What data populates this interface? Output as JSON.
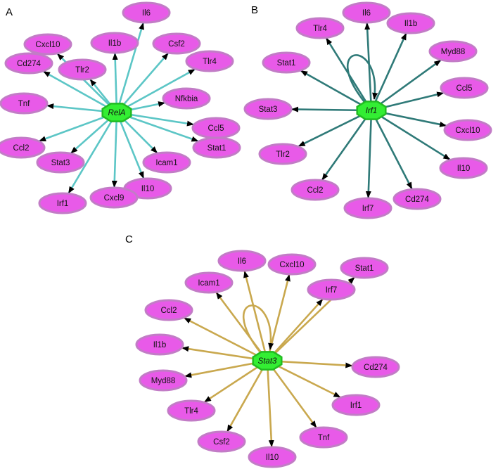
{
  "panels": [
    {
      "letter": "A",
      "hub": "RelA",
      "edge_color": "#5cc6c6",
      "self_loop": false,
      "targets": [
        "Il6",
        "Csf2",
        "Tlr4",
        "Nfkbia",
        "Ccl5",
        "Stat1",
        "Icam1",
        "Il10",
        "Cxcl9",
        "Irf1",
        "Stat3",
        "Ccl2",
        "Tnf",
        "Cd274",
        "Tlr2",
        "Cxcl10",
        "Il1b"
      ]
    },
    {
      "letter": "B",
      "hub": "Irf1",
      "edge_color": "#2f7a78",
      "self_loop": true,
      "targets": [
        "Il6",
        "Il1b",
        "Myd88",
        "Ccl5",
        "Cxcl10",
        "Il10",
        "Cd274",
        "Irf7",
        "Ccl2",
        "Tlr2",
        "Stat3",
        "Stat1",
        "Tlr4"
      ]
    },
    {
      "letter": "C",
      "hub": "Stat3",
      "edge_color": "#c9a84e",
      "self_loop": true,
      "targets": [
        "Il6",
        "Cxcl10",
        "Irf7",
        "Stat1",
        "Cd274",
        "Irf1",
        "Tnf",
        "Il10",
        "Csf2",
        "Tlr4",
        "Myd88",
        "Il1b",
        "Ccl2",
        "Icam1"
      ]
    }
  ],
  "colors": {
    "target_fill": "#e85ae8",
    "target_stroke": "#c27cc6",
    "hub_fill": "#33ee33",
    "hub_stroke": "#22bb22",
    "arrow": "#000000"
  }
}
